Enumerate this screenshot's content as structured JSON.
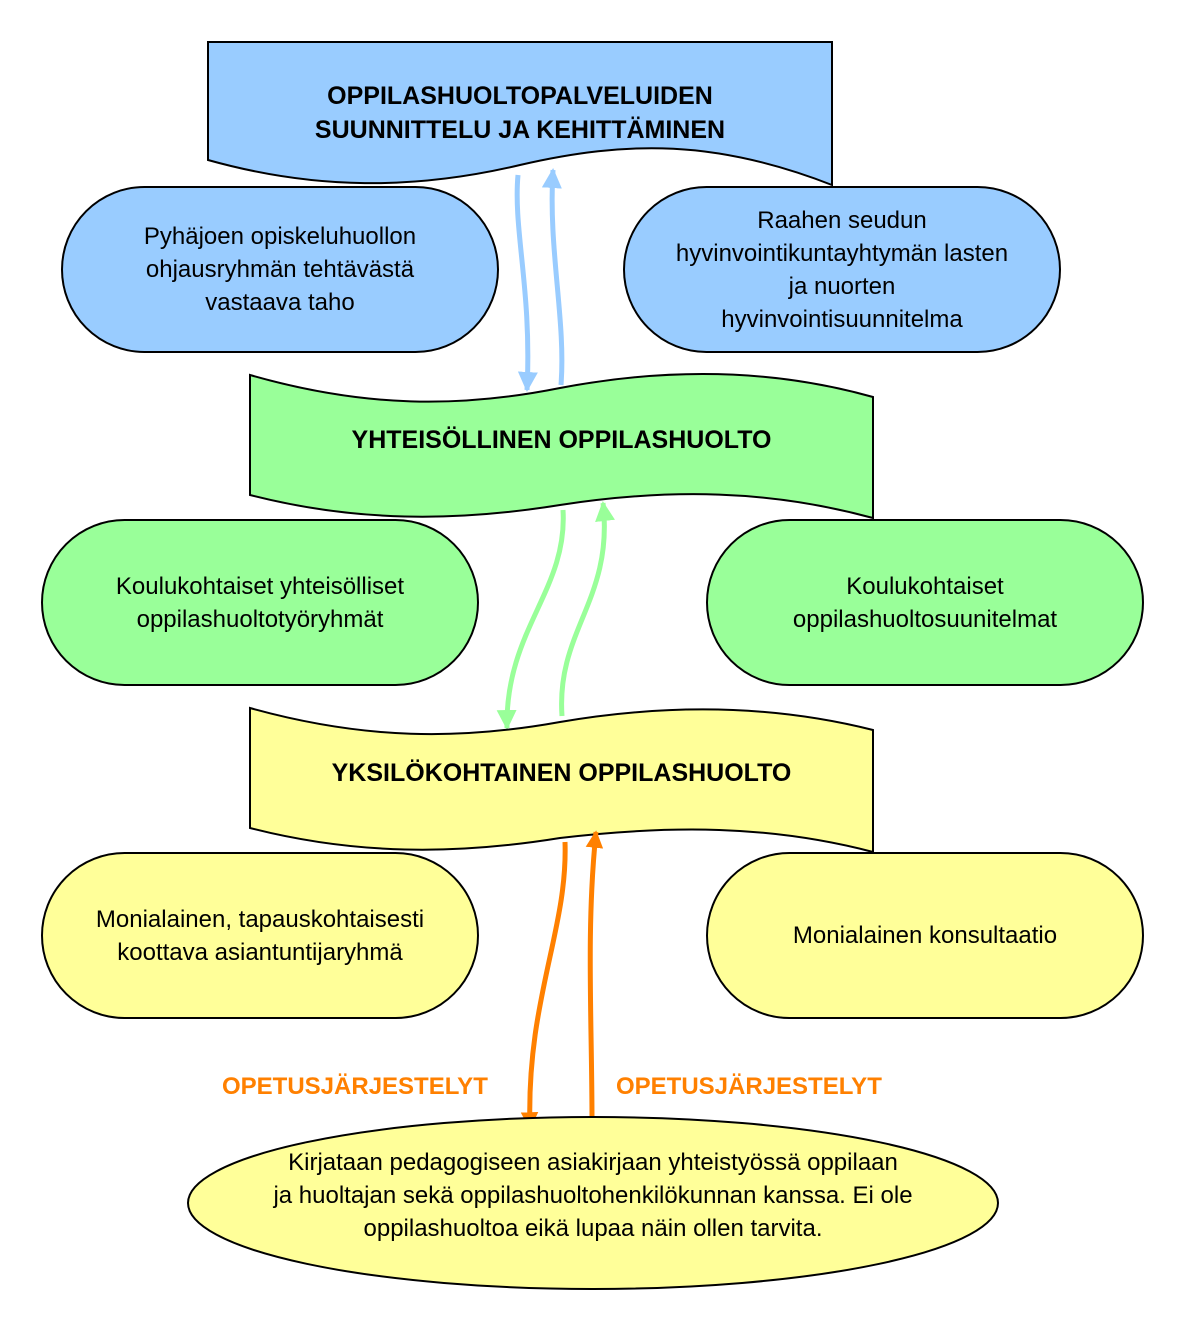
{
  "colors": {
    "blue_fill": "#99ccff",
    "green_fill": "#99ff99",
    "yellow_fill": "#ffff99",
    "orange": "#ff8000",
    "stroke": "#000000"
  },
  "banners": {
    "planning": {
      "line1": "OPPILASHUOLTOPALVELUIDEN",
      "line2": "SUUNNITTELU JA KEHITTÄMINEN"
    },
    "community": {
      "text": "YHTEISÖLLINEN OPPILASHUOLTO"
    },
    "individual": {
      "text": "YKSILÖKOHTAINEN OPPILASHUOLTO"
    }
  },
  "ovals": {
    "steering_group": {
      "lines": [
        "Pyhäjoen opiskeluhuollon",
        "ohjausryhmän tehtävästä",
        "vastaava taho"
      ]
    },
    "wellbeing_plan": {
      "lines": [
        "Raahen seudun",
        "hyvinvointikuntayhtymän lasten",
        "ja nuorten",
        "hyvinvointisuunnitelma"
      ]
    },
    "school_groups": {
      "lines": [
        "Koulukohtaiset yhteisölliset",
        "oppilashuoltotyöryhmät"
      ]
    },
    "school_plans": {
      "lines": [
        "Koulukohtaiset",
        "oppilashuoltosuunitelmat"
      ]
    },
    "expert_group": {
      "lines": [
        "Monialainen, tapauskohtaisesti",
        "koottava asiantuntijaryhmä"
      ]
    },
    "consultation": {
      "lines": [
        "Monialainen konsultaatio"
      ]
    },
    "pedagogical": {
      "lines": [
        "Kirjataan pedagogiseen asiakirjaan yhteistyössä oppilaan",
        "ja huoltajan sekä oppilashuoltohenkilökunnan kanssa. Ei ole",
        "oppilashuoltoa eikä lupaa näin ollen tarvita."
      ]
    }
  },
  "arrow_labels": {
    "left": "OPETUSJÄRJESTELYT",
    "right": "OPETUSJÄRJESTELYT"
  }
}
